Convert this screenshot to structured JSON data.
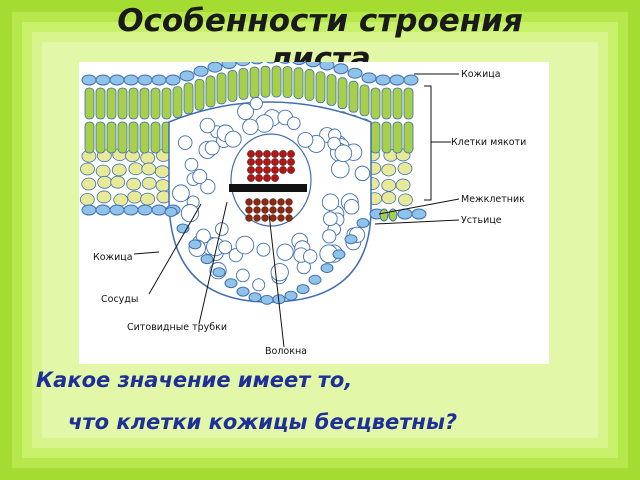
{
  "slide": {
    "title_line1": "Особенности строения",
    "title_line2": "листа"
  },
  "diagram": {
    "labels": {
      "epidermis_top": "Кожица",
      "mesophyll": "Клетки мякоти",
      "intercellular": "Межклетник",
      "stoma": "Устьице",
      "epidermis_bottom": "Кожица",
      "vessels": "Сосуды",
      "sieve_tubes": "Ситовидные трубки",
      "fibers": "Волокна"
    },
    "colors": {
      "cell_outline": "#3f6fb0",
      "epidermis": "#8fc3ea",
      "palisade": "#a8cf4a",
      "spongy": "#e8ea9a",
      "xylem": "#b01818",
      "phloem": "#8a2a10"
    }
  },
  "question": {
    "line1": "Какое значение имеет то,",
    "line2": "что клетки кожицы бесцветны?"
  }
}
